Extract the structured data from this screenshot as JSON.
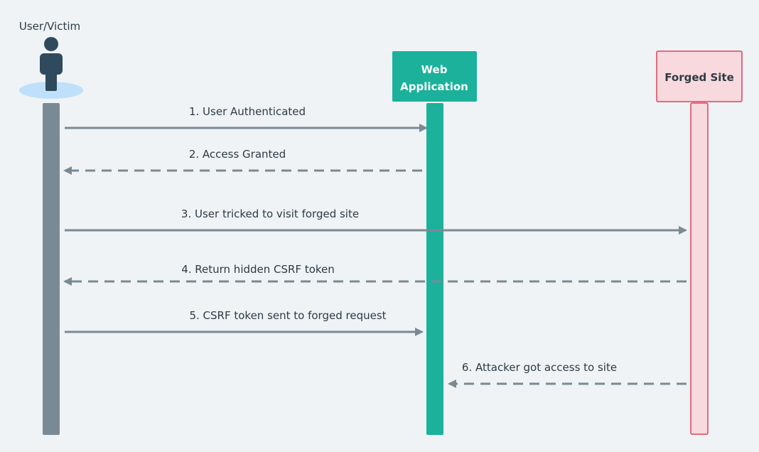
{
  "participants": {
    "user": {
      "label": "User/Victim",
      "icon": "person-icon",
      "bar_color": "#7a8a94",
      "icon_color": "#2f4a5c",
      "platform_color": "#bfe0fa"
    },
    "webapp": {
      "label_lines": [
        "Web",
        "Application"
      ],
      "color": "#1bb19b",
      "text_color": "#ffffff"
    },
    "forged": {
      "label": "Forged Site",
      "fill": "#f8d9dd",
      "stroke": "#d9455c",
      "text_color": "#2d3a44"
    }
  },
  "messages": [
    {
      "id": "1",
      "label": "1. User Authenticated",
      "from": "user",
      "to": "webapp",
      "style": "solid"
    },
    {
      "id": "2",
      "label": "2. Access Granted",
      "from": "webapp",
      "to": "user",
      "style": "dashed"
    },
    {
      "id": "3",
      "label": "3. User tricked to visit forged site",
      "from": "user",
      "to": "forged",
      "style": "solid"
    },
    {
      "id": "4",
      "label": "4. Return hidden CSRF token",
      "from": "forged",
      "to": "user",
      "style": "dashed"
    },
    {
      "id": "5",
      "label": "5. CSRF token sent to forged request",
      "from": "user",
      "to": "webapp",
      "style": "solid"
    },
    {
      "id": "6",
      "label": "6. Attacker got access to site",
      "from": "forged",
      "to": "webapp",
      "style": "dashed"
    }
  ],
  "colors": {
    "background": "#eff3f6",
    "arrow": "#7a8a94",
    "text": "#2d3a44"
  }
}
